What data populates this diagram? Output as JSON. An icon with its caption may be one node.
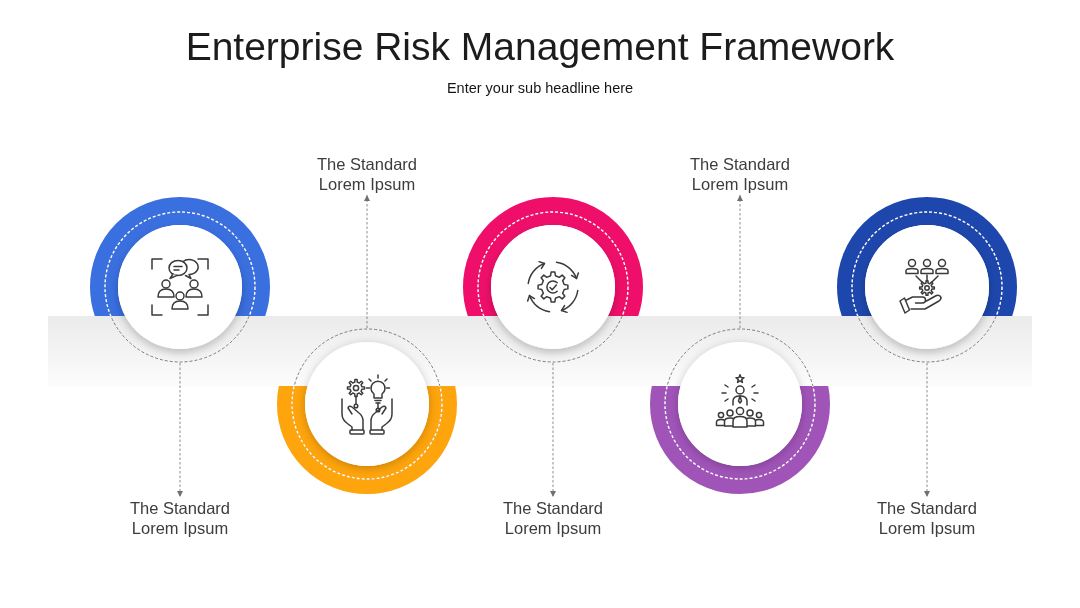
{
  "diagram": {
    "title": "Enterprise Risk Management Framework",
    "nodes": [
      {
        "text": [],
        "shape": "circle"
      },
      {
        "text": [],
        "shape": "circle"
      },
      {
        "text": [],
        "shape": "circle"
      },
      {
        "text": [],
        "shape": "circle"
      },
      {
        "text": [],
        "shape": "circle"
      },
      {
        "text": [
          "The Standard Lorem Ipsum"
        ]
      },
      {
        "text": [
          "The Standard Lorem Ipsum"
        ]
      },
      {
        "text": [
          "The Standard Lorem Ipsum"
        ]
      },
      {
        "text": [
          "The Standard Lorem Ipsum"
        ]
      },
      {
        "text": [
          "The Standard Lorem Ipsum"
        ]
      }
    ],
    "edges": [
      {
        "from": 0,
        "to": 5,
        "arrow": "to",
        "style": "dashed"
      },
      {
        "from": 1,
        "to": 6,
        "arrow": "to",
        "style": "dashed"
      },
      {
        "from": 2,
        "to": 7,
        "arrow": "to",
        "style": "dashed"
      },
      {
        "from": 3,
        "to": 8,
        "arrow": "to",
        "style": "dashed"
      },
      {
        "from": 4,
        "to": 9,
        "arrow": "to",
        "style": "dashed"
      }
    ],
    "labels": [
      "Enter your sub headline here"
    ]
  }
}
